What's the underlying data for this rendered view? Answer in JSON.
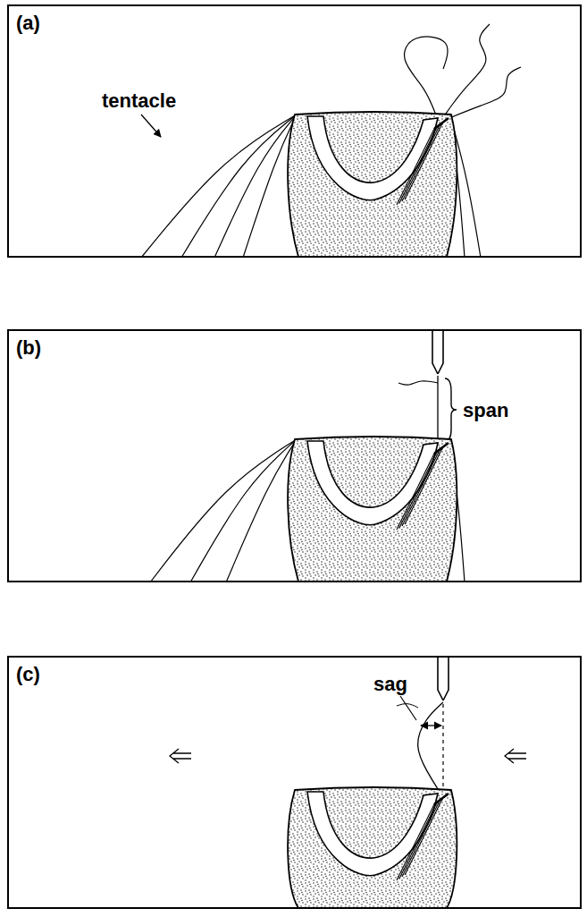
{
  "diagram": {
    "nodes": [
      {
        "text": [
          "(a)"
        ]
      },
      {
        "text": [
          "(b)"
        ]
      },
      {
        "text": [
          "(c)"
        ]
      }
    ],
    "labels": [
      "tentacle",
      "span",
      "sag"
    ]
  }
}
